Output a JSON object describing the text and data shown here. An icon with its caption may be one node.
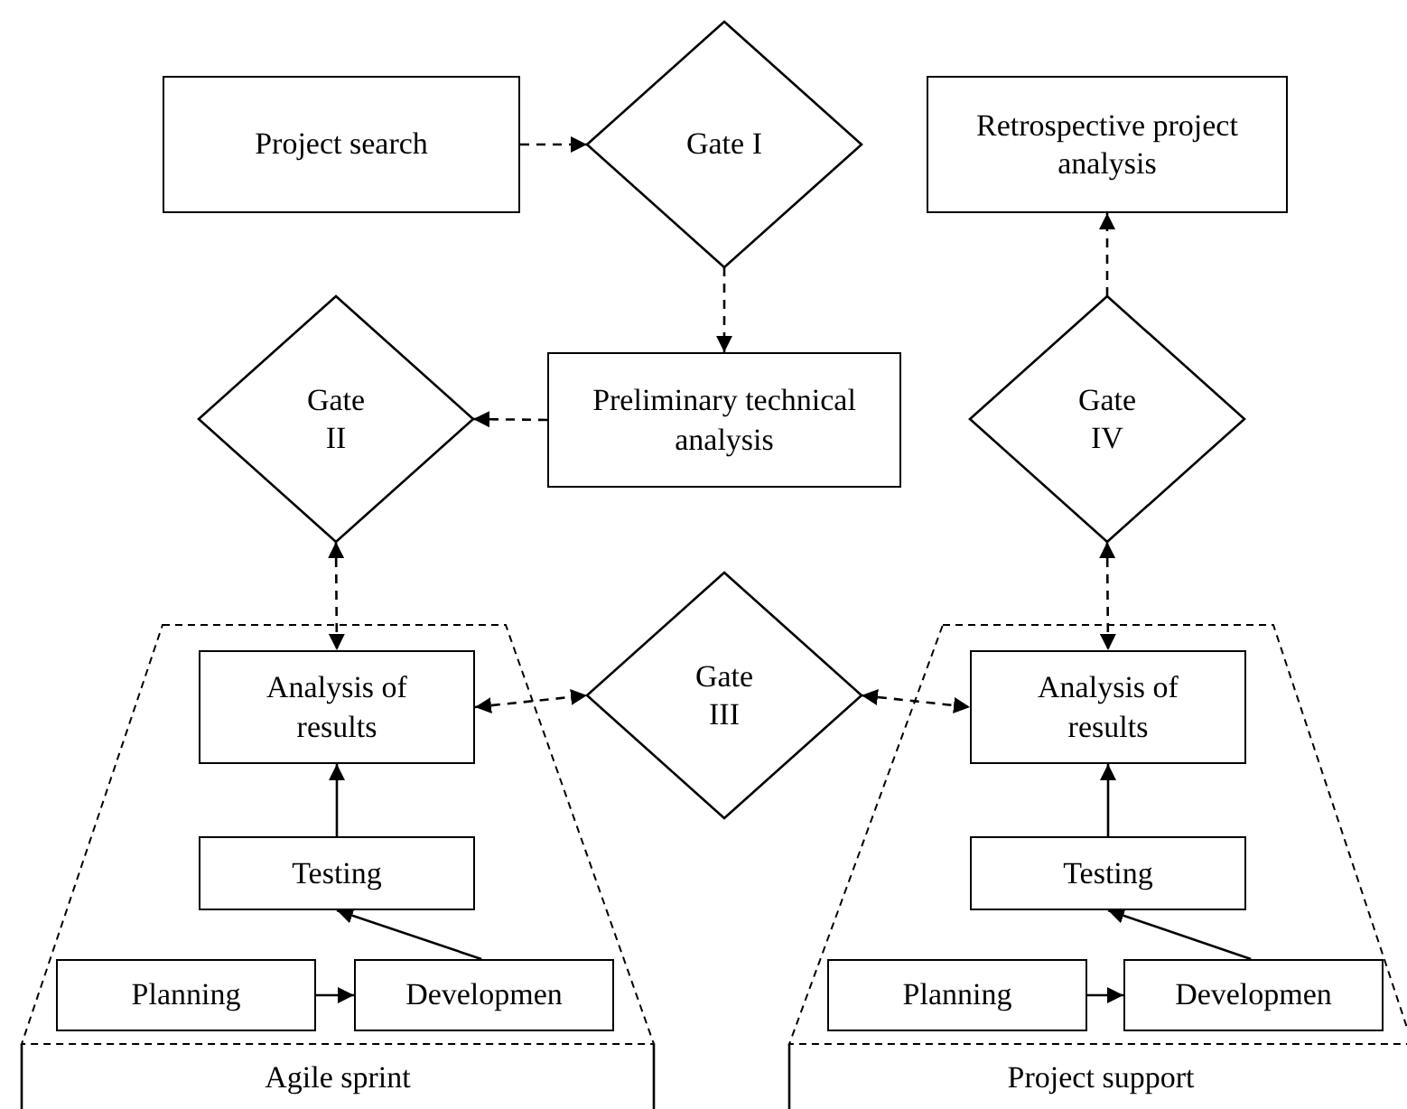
{
  "diagram": {
    "nodes": [
      {
        "text": [
          "Project search"
        ]
      },
      {
        "text": [
          "Gate I"
        ]
      },
      {
        "text": [
          "Retrospective project analysis"
        ]
      },
      {
        "text": [
          "Gate II"
        ]
      },
      {
        "text": [
          "Preliminary technical analysis"
        ]
      },
      {
        "text": [
          "Gate IV"
        ]
      },
      {
        "text": [
          "Agile sprint"
        ]
      },
      {
        "text": [
          "Analysis of results"
        ],
        "in": 6
      },
      {
        "text": [
          "Gate III"
        ]
      },
      {
        "text": [
          "Project support"
        ]
      },
      {
        "text": [
          "Analysis of results"
        ],
        "in": 9
      },
      {
        "text": [
          "Testing"
        ],
        "in": 6
      },
      {
        "text": [
          "Testing"
        ],
        "in": 9
      },
      {
        "text": [
          "Planning"
        ],
        "in": 6
      },
      {
        "text": [
          "Developmen"
        ],
        "in": 6
      },
      {
        "text": [
          "Planning"
        ],
        "in": 9
      },
      {
        "text": [
          "Developmen"
        ],
        "in": 9
      }
    ],
    "edges": [
      {
        "from": 0,
        "to": 1,
        "arrow": "to",
        "style": "dashed"
      },
      {
        "from": 1,
        "to": 4,
        "arrow": "to",
        "style": "dashed"
      },
      {
        "from": 4,
        "to": 3,
        "arrow": "to",
        "style": "dashed"
      },
      {
        "from": 3,
        "to": 7,
        "arrow": "both",
        "style": "dashed"
      },
      {
        "from": 7,
        "to": 8,
        "arrow": "both",
        "style": "dashed"
      },
      {
        "from": 8,
        "to": 10,
        "arrow": "both",
        "style": "dashed"
      },
      {
        "from": 5,
        "to": 10,
        "arrow": "both",
        "style": "dashed"
      },
      {
        "from": 5,
        "to": 2,
        "arrow": "to",
        "style": "dashed"
      },
      {
        "from": 11,
        "to": 7,
        "arrow": "to"
      },
      {
        "from": 14,
        "to": 11,
        "arrow": "to"
      },
      {
        "from": 13,
        "to": 14,
        "arrow": "to"
      },
      {
        "from": 12,
        "to": 10,
        "arrow": "to"
      },
      {
        "from": 16,
        "to": 12,
        "arrow": "to"
      },
      {
        "from": 15,
        "to": 16,
        "arrow": "to"
      }
    ]
  }
}
